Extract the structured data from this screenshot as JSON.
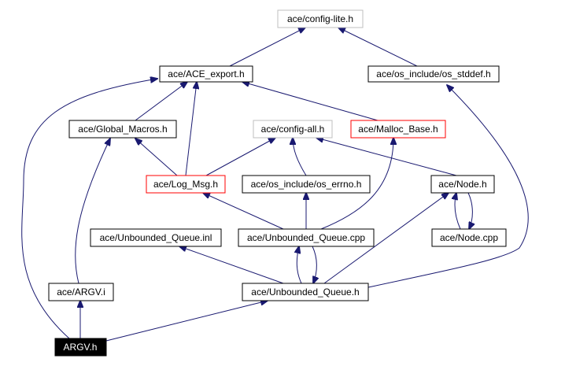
{
  "diagram": {
    "nodes": [
      {
        "id": "config_lite",
        "label": "ace/config-lite.h",
        "style": "gray"
      },
      {
        "id": "ace_export",
        "label": "ace/ACE_export.h",
        "style": "normal"
      },
      {
        "id": "os_stddef",
        "label": "ace/os_include/os_stddef.h",
        "style": "normal"
      },
      {
        "id": "global_macros",
        "label": "ace/Global_Macros.h",
        "style": "normal"
      },
      {
        "id": "config_all",
        "label": "ace/config-all.h",
        "style": "gray"
      },
      {
        "id": "malloc_base",
        "label": "ace/Malloc_Base.h",
        "style": "red"
      },
      {
        "id": "log_msg",
        "label": "ace/Log_Msg.h",
        "style": "red"
      },
      {
        "id": "os_errno",
        "label": "ace/os_include/os_errno.h",
        "style": "normal"
      },
      {
        "id": "node_h",
        "label": "ace/Node.h",
        "style": "normal"
      },
      {
        "id": "uq_inl",
        "label": "ace/Unbounded_Queue.inl",
        "style": "normal"
      },
      {
        "id": "uq_cpp",
        "label": "ace/Unbounded_Queue.cpp",
        "style": "normal"
      },
      {
        "id": "node_cpp",
        "label": "ace/Node.cpp",
        "style": "normal"
      },
      {
        "id": "argv_i",
        "label": "ace/ARGV.i",
        "style": "normal"
      },
      {
        "id": "uq_h",
        "label": "ace/Unbounded_Queue.h",
        "style": "normal"
      },
      {
        "id": "argv_h",
        "label": "ARGV.h",
        "style": "focus"
      }
    ],
    "edges": [
      [
        "ace_export",
        "config_lite"
      ],
      [
        "os_stddef",
        "config_lite"
      ],
      [
        "global_macros",
        "ace_export"
      ],
      [
        "log_msg",
        "ace_export"
      ],
      [
        "malloc_base",
        "ace_export"
      ],
      [
        "argv_h",
        "ace_export"
      ],
      [
        "uq_h",
        "os_stddef"
      ],
      [
        "log_msg",
        "global_macros"
      ],
      [
        "argv_i",
        "global_macros"
      ],
      [
        "log_msg",
        "config_all"
      ],
      [
        "os_errno",
        "config_all"
      ],
      [
        "node_h",
        "config_all"
      ],
      [
        "uq_cpp",
        "malloc_base"
      ],
      [
        "uq_cpp",
        "log_msg"
      ],
      [
        "uq_cpp",
        "os_errno"
      ],
      [
        "node_cpp",
        "node_h"
      ],
      [
        "uq_h",
        "node_h"
      ],
      [
        "node_h",
        "node_cpp"
      ],
      [
        "uq_h",
        "uq_inl"
      ],
      [
        "uq_h",
        "uq_cpp"
      ],
      [
        "uq_cpp",
        "uq_h"
      ],
      [
        "argv_h",
        "argv_i"
      ],
      [
        "argv_h",
        "uq_h"
      ]
    ]
  }
}
